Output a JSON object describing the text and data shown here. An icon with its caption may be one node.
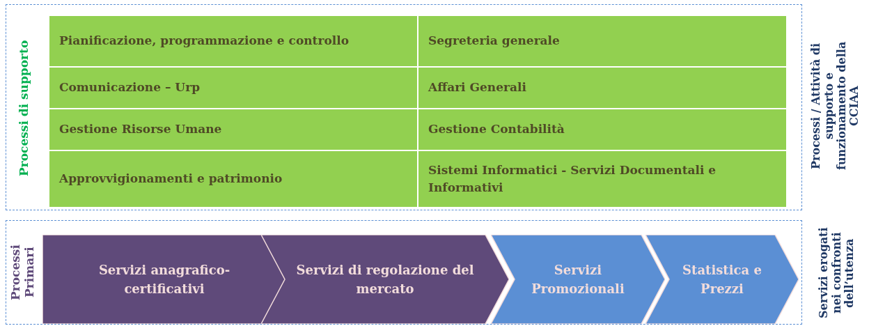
{
  "diagram": {
    "nodes": [
      {
        "text": [
          "Processi di supporto"
        ],
        "beside": [
          "Processi / Attività di supporto e funzionamento della CCIAA"
        ]
      },
      {
        "text": [
          "Pianificazione, programmazione e controllo"
        ],
        "in": 0
      },
      {
        "text": [
          "Segreteria generale"
        ],
        "in": 0
      },
      {
        "text": [
          "Comunicazione – Urp"
        ],
        "in": 0
      },
      {
        "text": [
          "Affari Generali"
        ],
        "in": 0
      },
      {
        "text": [
          "Gestione Risorse Umane"
        ],
        "in": 0
      },
      {
        "text": [
          "Gestione Contabilità"
        ],
        "in": 0
      },
      {
        "text": [
          "Approvvigionamenti e patrimonio"
        ],
        "in": 0
      },
      {
        "text": [
          "Sistemi Informatici - Servizi Documentali e Informativi"
        ],
        "in": 0
      },
      {
        "text": [
          "Processi Primari"
        ],
        "beside": [
          "Servizi erogati nei confronti dell’utenza"
        ]
      },
      {
        "text": [
          "Servizi anagrafico-certificativi"
        ],
        "in": 9
      },
      {
        "text": [
          "Servizi di regolazione del mercato"
        ],
        "in": 9
      },
      {
        "text": [
          "Servizi Promozionali"
        ],
        "in": 9
      },
      {
        "text": [
          "Statistica e Prezzi"
        ],
        "in": 9
      }
    ],
    "edges": []
  }
}
